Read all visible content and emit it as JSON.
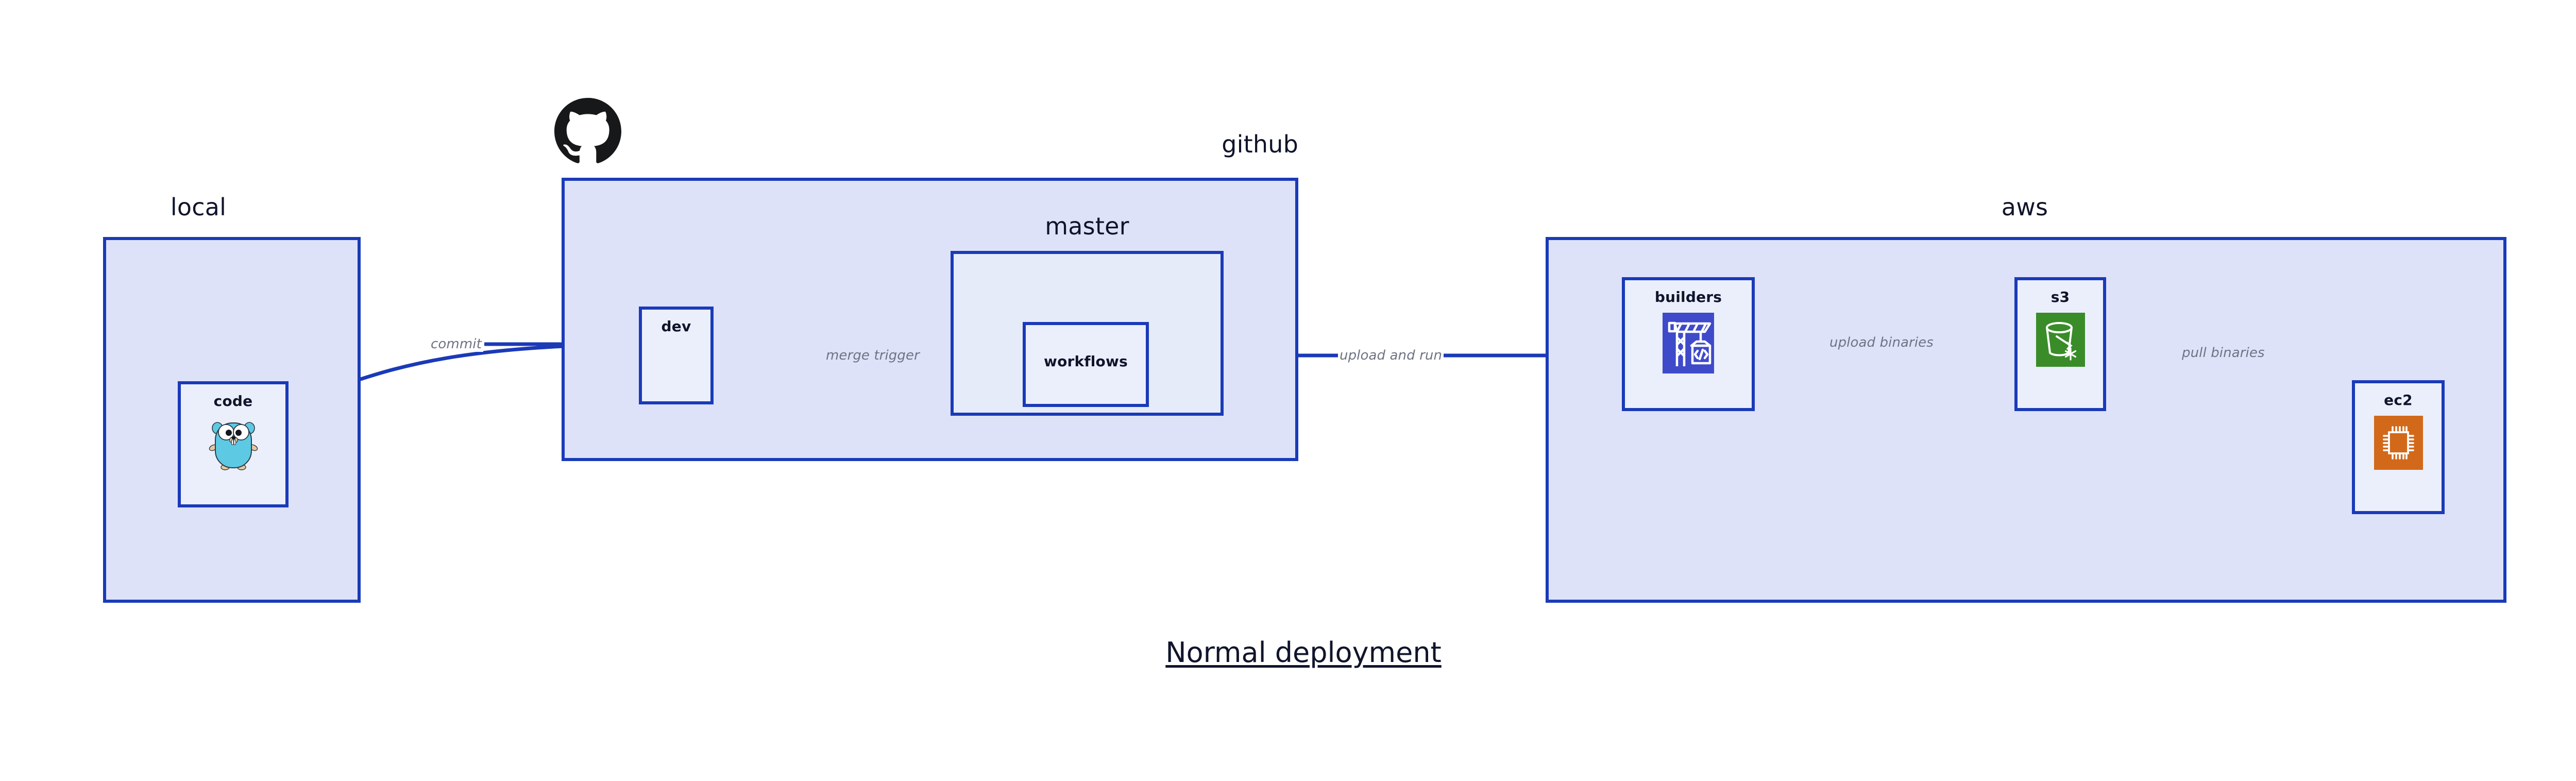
{
  "diagram": {
    "title": "Normal deployment",
    "colors": {
      "edge_blue": "#1A3AB8",
      "group_fill": "#DDE2F9",
      "inner_group_fill": "#E6EBFA",
      "node_fill": "#EBEFFC",
      "label_gray": "#6E7384",
      "text_dark": "#10142B",
      "builders_icon_bg": "#3F4ACB",
      "s3_icon_bg": "#3A8C29",
      "ec2_icon_bg": "#D2691A",
      "gopher_body": "#5DC9E2",
      "octocat_black": "#17181A"
    }
  },
  "groups": [
    {
      "id": "local",
      "label": "local"
    },
    {
      "id": "github",
      "label": "github"
    },
    {
      "id": "master",
      "label": "master"
    },
    {
      "id": "aws",
      "label": "aws"
    }
  ],
  "nodes": [
    {
      "id": "code",
      "label": "code",
      "icon": "go-gopher-icon"
    },
    {
      "id": "dev",
      "label": "dev",
      "icon": "none"
    },
    {
      "id": "workflows",
      "label": "workflows",
      "icon": "none"
    },
    {
      "id": "builders",
      "label": "builders",
      "icon": "crane-code-icon"
    },
    {
      "id": "s3",
      "label": "s3",
      "icon": "s3-bucket-icon"
    },
    {
      "id": "ec2",
      "label": "ec2",
      "icon": "cpu-chip-icon"
    }
  ],
  "edges": [
    {
      "id": "commit",
      "from": "code",
      "to": "dev",
      "label": "commit"
    },
    {
      "id": "merge-trigger",
      "from": "dev",
      "to": "workflows",
      "label": "merge trigger"
    },
    {
      "id": "upload-and-run",
      "from": "workflows",
      "to": "builders",
      "label": "upload and run"
    },
    {
      "id": "upload-binaries",
      "from": "builders",
      "to": "s3",
      "label": "upload binaries"
    },
    {
      "id": "pull-binaries",
      "from": "s3",
      "to": "ec2",
      "label": "pull binaries"
    }
  ],
  "logos": [
    {
      "id": "github-logo",
      "name": "github-octocat-icon"
    }
  ]
}
